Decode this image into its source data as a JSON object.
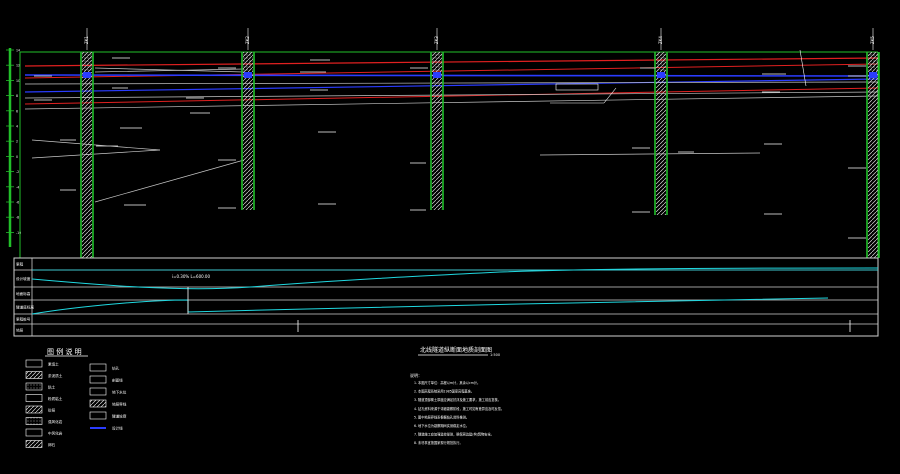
{
  "drawing": {
    "legend_title": "图 例 说 明",
    "profile_title": "北线隧道纵断面地质剖面图",
    "profile_scale": "1:500",
    "notes_heading": "说明：",
    "boreholes": [
      {
        "id": "ZK1",
        "label": "ZK1"
      },
      {
        "id": "ZK2",
        "label": "ZK2"
      },
      {
        "id": "ZK3",
        "label": "ZK3"
      },
      {
        "id": "ZK4",
        "label": "ZK4"
      },
      {
        "id": "ZK5",
        "label": "ZK5"
      }
    ],
    "ruler_ticks": [
      "14",
      "12",
      "10",
      "8",
      "6",
      "4",
      "2",
      "0",
      "-2",
      "-4",
      "-6",
      "-8",
      "-10"
    ],
    "table_rows": [
      {
        "label": "里程",
        "value": ""
      },
      {
        "label": "设计坡度",
        "value": "i=0.30% L=600.00"
      },
      {
        "label": "地面标高",
        "value": ""
      },
      {
        "label": "隧道底标高",
        "value": ""
      },
      {
        "label": "里程桩号",
        "value": ""
      },
      {
        "label": "地层",
        "value": ""
      }
    ],
    "legend_left": [
      "素填土",
      "淤泥质土",
      "粘土",
      "粉质粘土",
      "砂层",
      "强风化岩",
      "中风化岩",
      "卵石"
    ],
    "legend_right": [
      "钻孔",
      "剖面线",
      "地下水位",
      "地层界线",
      "隧道轮廓",
      "设计线"
    ],
    "notes": [
      "1. 本图尺寸单位：高程以m计，其余以cm计。",
      "2. 本图高程系统采用1985国家高程基准。",
      "3. 隧道顶部覆土厚度应满足抗浮及施工要求，施工前应复核。",
      "4. 钻孔资料来源于详细勘察阶段，施工时如有差异应及时反馈。",
      "5. 图中地层界线系根据钻孔资料推测。",
      "6. 地下水位为勘察期间实测稳定水位。",
      "7. 隧道施工应加强监控量测，确保周边建(构)筑物安全。",
      "8. 未尽事宜按国家现行规范执行。"
    ]
  },
  "colors": {
    "green": "#22c02a",
    "red": "#e02020",
    "blue": "#2a3cff",
    "cyan": "#20d8e0",
    "gray": "#c8c8c8"
  }
}
